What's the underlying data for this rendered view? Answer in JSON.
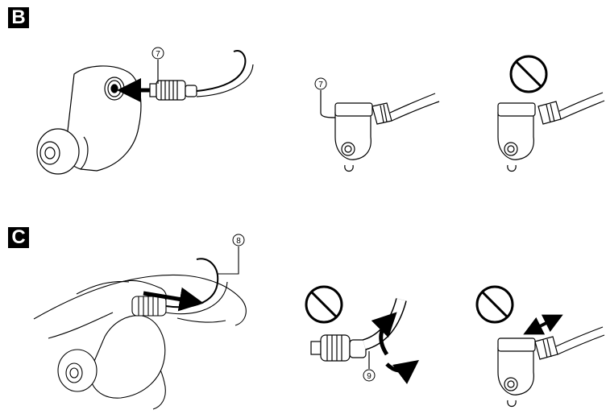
{
  "sections": [
    {
      "label": "B"
    },
    {
      "label": "C"
    }
  ],
  "callouts": {
    "c7": "7",
    "c8": "8",
    "c9": "9"
  }
}
